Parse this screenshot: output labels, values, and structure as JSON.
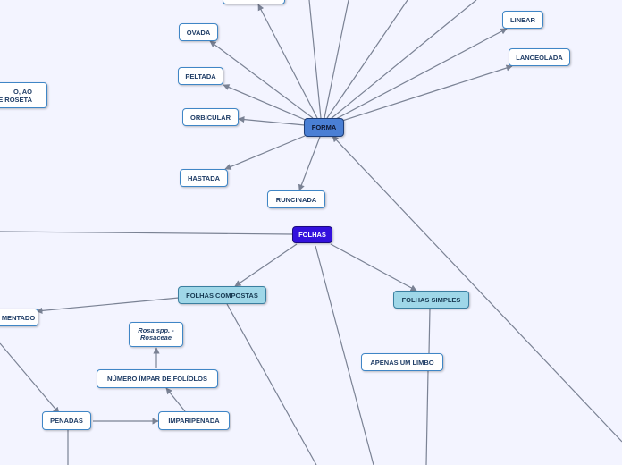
{
  "nodes": {
    "forma": "FORMA",
    "folhas": "FOLHAS",
    "ovada": "OVADA",
    "peltada": "PELTADA",
    "orbicular": "ORBICULAR",
    "hastada": "HASTADA",
    "runcinada": "RUNCINADA",
    "linear": "LINEAR",
    "lanceolada": "LANCEOLADA",
    "folhas_compostas": "FOLHAS COMPOSTAS",
    "folhas_simples": "FOLHAS SIMPLES",
    "apenas_um_limbo": "APENAS UM LIMBO",
    "numero_impar": "NÚMERO ÍMPAR DE FOLÍOLOS",
    "imparipenada": "IMPARIPENADA",
    "penadas": "PENADAS",
    "rosa_line1": "Rosa spp. -",
    "rosa_line2": "Rosaceae",
    "roseta_line1": "O, AO",
    "roseta_line2": "E ROSETA",
    "mentado": "MENTADO"
  },
  "colors": {
    "background": "#f3f4ff",
    "link": "#7a8294",
    "node_border": "#3f86c6",
    "forma_fill": "#4a7fd4",
    "folhas_fill": "#3311dd",
    "category_fill": "#9fd7e8"
  }
}
